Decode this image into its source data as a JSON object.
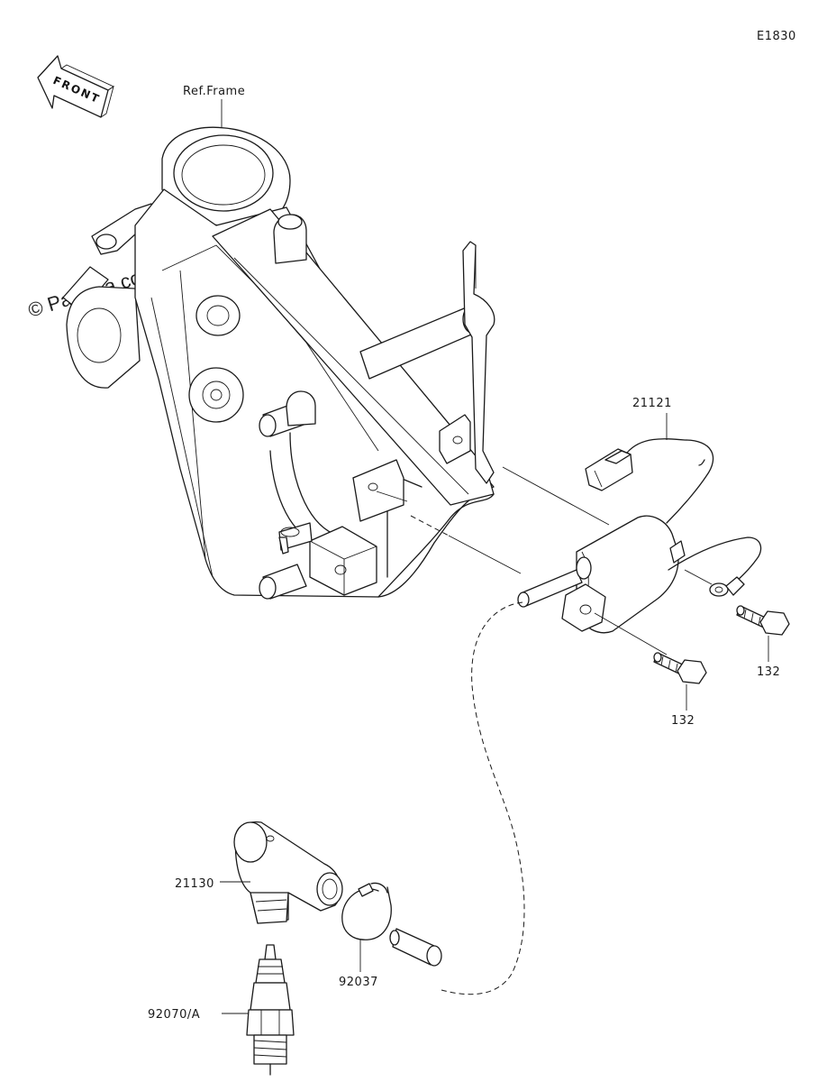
{
  "diagram_code": "E1830",
  "watermark": "© Partzilla.com",
  "front_arrow_label": "FRONT",
  "frame_reference": "Ref.Frame",
  "parts": [
    {
      "id": "ignition-coil-wire",
      "label": "21121"
    },
    {
      "id": "bolt-ground",
      "label": "132"
    },
    {
      "id": "bolt-coil",
      "label": "132"
    },
    {
      "id": "spark-plug-cap",
      "label": "21130"
    },
    {
      "id": "clamp",
      "label": "92037"
    },
    {
      "id": "spark-plug",
      "label": "92070/A"
    }
  ]
}
